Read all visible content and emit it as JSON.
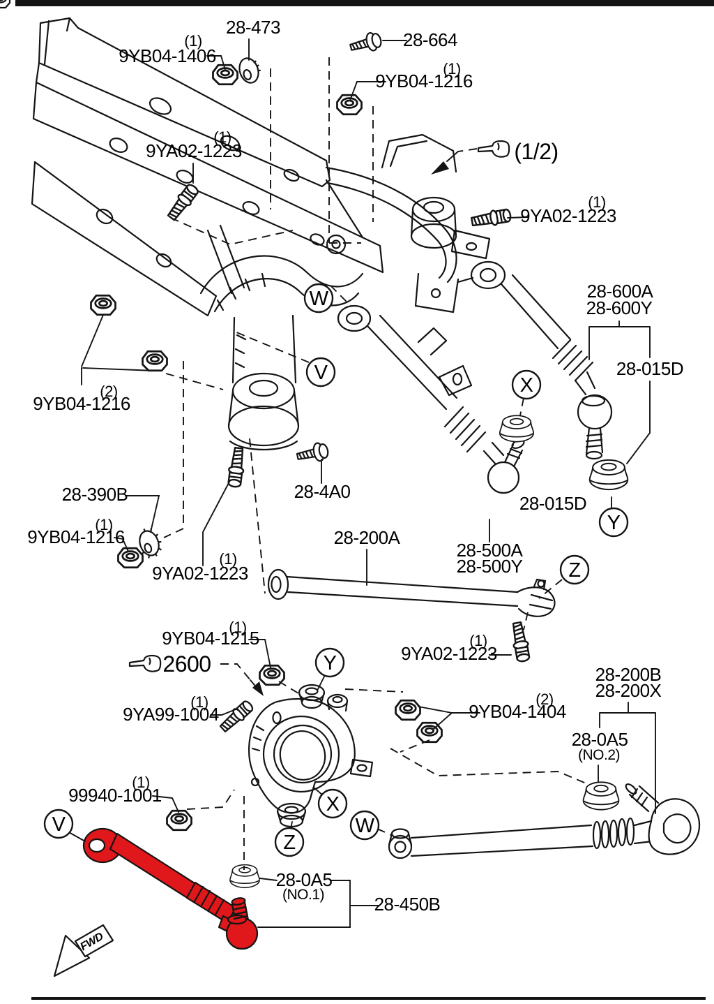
{
  "page": {
    "view_ref": "(1/2)",
    "assembly_ref": "2600",
    "fwd_label": "FWD"
  },
  "colors": {
    "highlight": "#e0171b",
    "line": "#141414",
    "background": "#ffffff"
  },
  "callouts": {
    "w_upper": "W",
    "v_upper": "V",
    "x_upper": "X",
    "y_upper": "Y",
    "z_upper": "Z",
    "y_knuckle": "Y",
    "x_knuckle": "X",
    "z_knuckle": "Z",
    "w_lower": "W",
    "v_lower": "V"
  },
  "labels": {
    "p28_473": {
      "num": "28-473"
    },
    "p9yb04_1406": {
      "qty": "(1)",
      "num": "9YB04-1406"
    },
    "p28_664": {
      "num": "28-664"
    },
    "p9yb04_1216_top": {
      "qty": "(1)",
      "num": "9YB04-1216"
    },
    "p9ya02_1223_left": {
      "qty": "(1)",
      "num": "9YA02-1223"
    },
    "p9ya02_1223_right": {
      "qty": "(1)",
      "num": "9YA02-1223"
    },
    "p28_600a": {
      "num": "28-600A"
    },
    "p28_600y": {
      "num": "28-600Y"
    },
    "p28_015d_right": {
      "num": "28-015D"
    },
    "p9yb04_1216_mid": {
      "qty": "(2)",
      "num": "9YB04-1216"
    },
    "p28_390b": {
      "num": "28-390B"
    },
    "p9yb04_1216_low": {
      "qty": "(1)",
      "num": "9YB04-1216"
    },
    "p28_4a0": {
      "num": "28-4A0"
    },
    "p9ya02_1223_mid": {
      "qty": "(1)",
      "num": "9YA02-1223"
    },
    "p28_200a": {
      "num": "28-200A"
    },
    "p28_500a": {
      "num": "28-500A"
    },
    "p28_500y": {
      "num": "28-500Y"
    },
    "p28_015d_left": {
      "num": "28-015D"
    },
    "p9ya02_1223_low": {
      "qty": "(1)",
      "num": "9YA02-1223"
    },
    "p9yb04_1215": {
      "qty": "(1)",
      "num": "9YB04-1215"
    },
    "p9ya99_1004": {
      "qty": "(1)",
      "num": "9YA99-1004"
    },
    "p9yb04_1404": {
      "qty": "(2)",
      "num": "9YB04-1404"
    },
    "p28_200b": {
      "num": "28-200B"
    },
    "p28_200x": {
      "num": "28-200X"
    },
    "p28_0a5_no2": {
      "num": "28-0A5",
      "sub": "(NO.2)"
    },
    "p99940_1001": {
      "qty": "(1)",
      "num": "99940-1001"
    },
    "p28_0a5_no1": {
      "num": "28-0A5",
      "sub": "(NO.1)"
    },
    "p28_450b": {
      "num": "28-450B"
    }
  }
}
